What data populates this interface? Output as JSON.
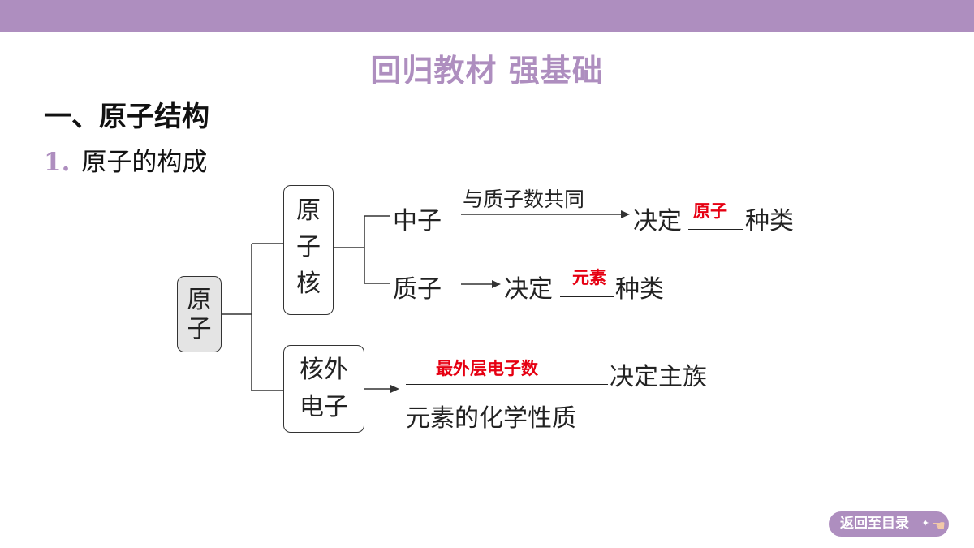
{
  "header": {
    "title": "回归教材  强基础"
  },
  "section": {
    "heading": "一、原子结构"
  },
  "subsection": {
    "number": "1.",
    "text": "原子的构成"
  },
  "diagram": {
    "root": [
      "原",
      "子"
    ],
    "nucleus": [
      "原",
      "子",
      "核"
    ],
    "electrons": [
      "核外",
      "电子"
    ],
    "neutron": {
      "label": "中子",
      "arrow_label": "与质子数共同",
      "prefix": "决定",
      "answer": "原子",
      "suffix": "种类"
    },
    "proton": {
      "label": "质子",
      "prefix": "决定",
      "answer": "元素",
      "suffix": "种类"
    },
    "outer": {
      "answer": "最外层电子数",
      "line1_suffix": "决定主族",
      "line2": "元素的化学性质"
    }
  },
  "nav": {
    "back_label": "返回至目录"
  },
  "colors": {
    "accent": "#ae8ebf",
    "answer": "#e60012",
    "node_fill": "#e4e4e4"
  }
}
